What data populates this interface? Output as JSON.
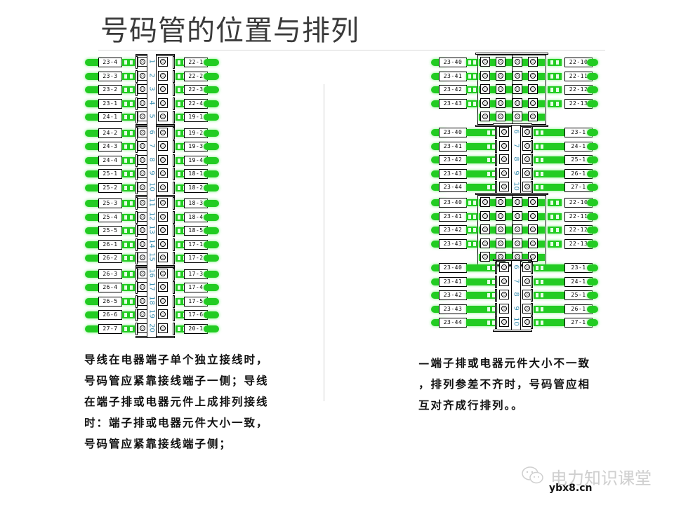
{
  "title": "号码管的位置与排列",
  "left_diagram": {
    "terminal_numbers": [
      "1",
      "2",
      "3",
      "4",
      "5",
      "6",
      "7",
      "8",
      "9",
      "10",
      "11",
      "12",
      "13",
      "14",
      "15",
      "16",
      "17",
      "18",
      "19",
      "20"
    ],
    "left_labels": [
      "23-4",
      "23-3",
      "23-2",
      "23-1",
      "24-1",
      "24-2",
      "24-3",
      "24-4",
      "25-1",
      "25-2",
      "25-3",
      "25-4",
      "25-5",
      "26-1",
      "26-2",
      "26-3",
      "26-4",
      "26-5",
      "26-6",
      "27-7"
    ],
    "right_labels": [
      "22-1",
      "22-2",
      "22-3",
      "22-4",
      "19-1",
      "19-2",
      "19-3",
      "19-4",
      "18-1",
      "18-2",
      "18-3",
      "18-4",
      "18-5",
      "17-1",
      "17-2",
      "17-3",
      "17-4",
      "17-5",
      "17-6",
      "20-1"
    ]
  },
  "right_diagram": {
    "groups": [
      {
        "type": "device",
        "left_labels": [
          "23-40",
          "23-41",
          "23-42",
          "23-43"
        ],
        "right_labels": [
          "22-10",
          "22-11",
          "22-12",
          "22-13"
        ]
      },
      {
        "type": "terminal",
        "numbers": [
          "6",
          "7",
          "8",
          "9",
          "10"
        ],
        "left_labels": [
          "23-40",
          "23-41",
          "23-42",
          "23-43",
          "23-44"
        ],
        "right_labels": [
          "23-1",
          "24-1",
          "25-1",
          "26-1",
          "27-1"
        ]
      },
      {
        "type": "device",
        "left_labels": [
          "23-40",
          "23-41",
          "23-42",
          "23-43"
        ],
        "right_labels": [
          "22-10",
          "22-11",
          "22-12",
          "22-13"
        ]
      },
      {
        "type": "terminal",
        "numbers": [
          "6",
          "7",
          "8",
          "9",
          "10"
        ],
        "left_labels": [
          "23-40",
          "23-41",
          "23-42",
          "23-43",
          "23-44"
        ],
        "right_labels": [
          "23-1",
          "24-1",
          "25-1",
          "26-1",
          "27-1"
        ]
      }
    ]
  },
  "captions": {
    "left": [
      "导线在电器端子单个独立接线时，",
      "号码管应紧靠接线端子一侧；导线",
      "在端子排或电器元件上成排列接线",
      "时：端子排或电器元件大小一致，",
      "号码管应紧靠接线端子侧；"
    ],
    "right": [
      "—端子排或电器元件大小不一致",
      "，排列参差不齐时，号码管应相",
      "互对齐成行排列。。"
    ]
  },
  "watermark": {
    "brand": "电力知识课堂",
    "url": "ybx8.cn"
  },
  "colors": {
    "wire_green": "#22cc22",
    "terminal_number_blue": "#3c8fb0",
    "title_gray": "#3a3a3a"
  }
}
